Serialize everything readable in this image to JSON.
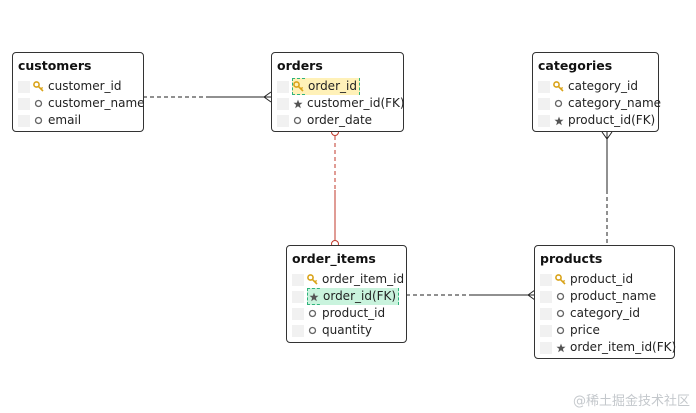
{
  "diagram": {
    "entities": [
      {
        "id": "customers",
        "title": "customers",
        "attributes": [
          {
            "name": "customer_id",
            "icon": "key-icon"
          },
          {
            "name": "customer_name",
            "icon": "circle-icon"
          },
          {
            "name": "email",
            "icon": "circle-icon"
          }
        ]
      },
      {
        "id": "orders",
        "title": "orders",
        "attributes": [
          {
            "name": "order_id",
            "icon": "key-icon",
            "highlight": "yellow"
          },
          {
            "name": "customer_id(FK)",
            "icon": "star-icon"
          },
          {
            "name": "order_date",
            "icon": "circle-icon"
          }
        ]
      },
      {
        "id": "categories",
        "title": "categories",
        "attributes": [
          {
            "name": "category_id",
            "icon": "key-icon"
          },
          {
            "name": "category_name",
            "icon": "circle-icon"
          },
          {
            "name": "product_id(FK)",
            "icon": "star-icon"
          }
        ]
      },
      {
        "id": "order_items",
        "title": "order_items",
        "attributes": [
          {
            "name": "order_item_id",
            "icon": "key-icon"
          },
          {
            "name": "order_id(FK)",
            "icon": "star-icon",
            "highlight": "green"
          },
          {
            "name": "product_id",
            "icon": "circle-icon"
          },
          {
            "name": "quantity",
            "icon": "circle-icon"
          }
        ]
      },
      {
        "id": "products",
        "title": "products",
        "attributes": [
          {
            "name": "product_id",
            "icon": "key-icon"
          },
          {
            "name": "product_name",
            "icon": "circle-icon"
          },
          {
            "name": "category_id",
            "icon": "circle-icon"
          },
          {
            "name": "price",
            "icon": "circle-icon"
          },
          {
            "name": "order_item_id(FK)",
            "icon": "star-icon"
          }
        ]
      }
    ],
    "relationships": [
      {
        "from": "customers",
        "to": "orders",
        "style": "dashed-then-solid",
        "end": "crowfoot",
        "color": "#222222"
      },
      {
        "from": "orders",
        "to": "order_items",
        "style": "dashed-then-solid",
        "end": "circle",
        "color": "#c0392b"
      },
      {
        "from": "order_items",
        "to": "products",
        "style": "dashed-then-solid",
        "end": "crowfoot",
        "color": "#222222"
      },
      {
        "from": "categories",
        "to": "products",
        "style": "solid-then-dashed",
        "end": "crowfoot",
        "color": "#222222"
      }
    ]
  },
  "colors": {
    "key": "#d9a31a",
    "highlight_green": "#c9f3dd",
    "highlight_yellow": "#fff1b8",
    "highlight_border": "#2fb37c",
    "relation_red": "#c0392b"
  },
  "watermark": "@稀土掘金技术社区"
}
